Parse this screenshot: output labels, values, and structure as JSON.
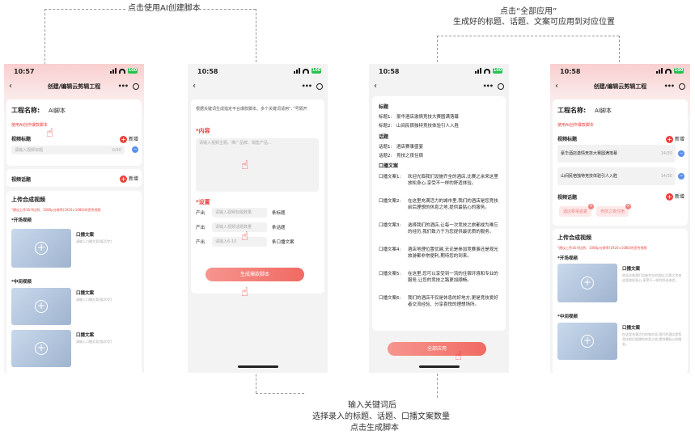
{
  "annotations": {
    "top_left": "点击使用AI创建脚本",
    "top_right_1": "点击“全部应用”",
    "top_right_2": "生成好的标题、话题、文案可应用到对应位置",
    "bottom_1": "输入关键词后",
    "bottom_2": "选择录入的标题、话题、口播文案数量",
    "bottom_3": "点击生成脚本"
  },
  "status": {
    "time": "10:57",
    "time2": "10:58",
    "battery": "100"
  },
  "nav": {
    "title": "创建/编辑云剪辑工程",
    "back": "‹",
    "dots": "•••"
  },
  "s1": {
    "project_label": "工程名称:",
    "project_name": "AI脚本",
    "ai_link": "使用AI创作爆款脚本",
    "video_title_label": "视频标题",
    "add": "新增",
    "title_placeholder": "请输入视频标题",
    "counter": "0/30",
    "topic_label": "视频话题",
    "upload_label": "上传合成视频",
    "upload_hint": "*建议上传16:9比例、1080p分辨率(1920×1080)的宣传视频",
    "opening": "*开场视频",
    "middle": "*中间视频",
    "vc_title": "口播文案",
    "vc_ph": "请输入口播文案(限20字)",
    "vc_ph2": "请输入口播文案(限20字)"
  },
  "s2": {
    "hint": "根据关键词生成指定平台爆款脚本。多个关键词请用“、”号隔开",
    "content_label": "*内容",
    "content_ph": "请输入视频主题、推广品牌、销售产品...",
    "settings_label": "*设置",
    "rows": [
      {
        "pre": "产出",
        "ph": "请输入视频标题数量",
        "suf": "条标题"
      },
      {
        "pre": "产出",
        "ph": "请输入视频话题数量",
        "suf": "条话题"
      },
      {
        "pre": "产出",
        "ph": "请输入6-10",
        "suf": "条口播文案"
      }
    ],
    "btn": "生成爆款脚本"
  },
  "s3": {
    "title_h": "标题",
    "titles": [
      {
        "k": "标题1:",
        "v": "豪华酒店激情竞技大赛圆满落幕"
      },
      {
        "k": "标题2:",
        "v": "山间民宿独特竞技体验引人入胜"
      }
    ],
    "topic_h": "话题",
    "topics": [
      {
        "k": "话题1:",
        "v": "酒店赛事盛宴"
      },
      {
        "k": "话题2:",
        "v": "竞技之夜住宿"
      }
    ],
    "copy_h": "口播文案",
    "copies": [
      {
        "k": "口播文案1:",
        "v": "欢迎光临我们设施齐全的酒店,比赛之余来这里放松身心,享受不一样的舒适体验。"
      },
      {
        "k": "口播文案2:",
        "v": "在这里充满活力的城市里,我们的酒店是您竞技前后理想的休息之地,提供最贴心的服务。"
      },
      {
        "k": "口播文案3:",
        "v": "选择我们的酒店,让每一次竞技之旅都成为难忘的经历,我们致力于为您提供最优质的服务。"
      },
      {
        "k": "口播文案4:",
        "v": "酒店地理位置优越,无论是参加竞赛事还是观光旅游都非常便利,期待您的到来。"
      },
      {
        "k": "口播文案5:",
        "v": "在这里,您可以享受到一流的住宿环境和专业的服务,让您的竞技之路更加顺畅。"
      },
      {
        "k": "口播文案6:",
        "v": "我们的酒店不仅是休息的好地方,更是竞技爱好者交流经验、分享喜悦的理想场所。"
      }
    ],
    "btn": "全部应用"
  },
  "s4": {
    "titles": [
      "豪华酒店激情竞技大赛圆满落幕",
      "山间民宿独特竞技体验引人入胜"
    ],
    "counter": "14/30",
    "topics": [
      "酒店赛事盛宴",
      "竞技之夜住宿"
    ],
    "vc_desc1": "欢迎光临我们设施齐全的酒店,比赛之余来这里放松身心,享受不一样的舒适体验。",
    "vc_desc2": "在这里充满活力的城市里,我们的酒店是您竞技前后理想的休息之地,提供最贴心的服务。"
  }
}
